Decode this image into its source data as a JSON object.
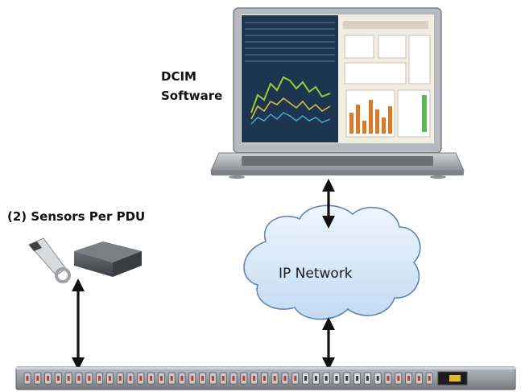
{
  "labels": {
    "dcim_line1": "DCIM",
    "dcim_line2": "Software",
    "sensors": "(2) Sensors Per PDU",
    "network": "IP Network"
  },
  "colors": {
    "arrow": "#111111",
    "cloud_fill": "#d6e7f7",
    "cloud_stroke": "#5b86b8",
    "laptop_body": "#a9acb0",
    "screen_dark": "#1d3550",
    "pdu_body": "#8f9296",
    "outlet_red": "#c03a34",
    "sensor_box": "#505458"
  },
  "icons": {
    "laptop": "laptop-icon",
    "cloud": "cloud-icon",
    "sensor_probe": "temperature-probe-icon",
    "sensor_hub": "sensor-hub-icon",
    "pdu": "rack-pdu-icon"
  }
}
